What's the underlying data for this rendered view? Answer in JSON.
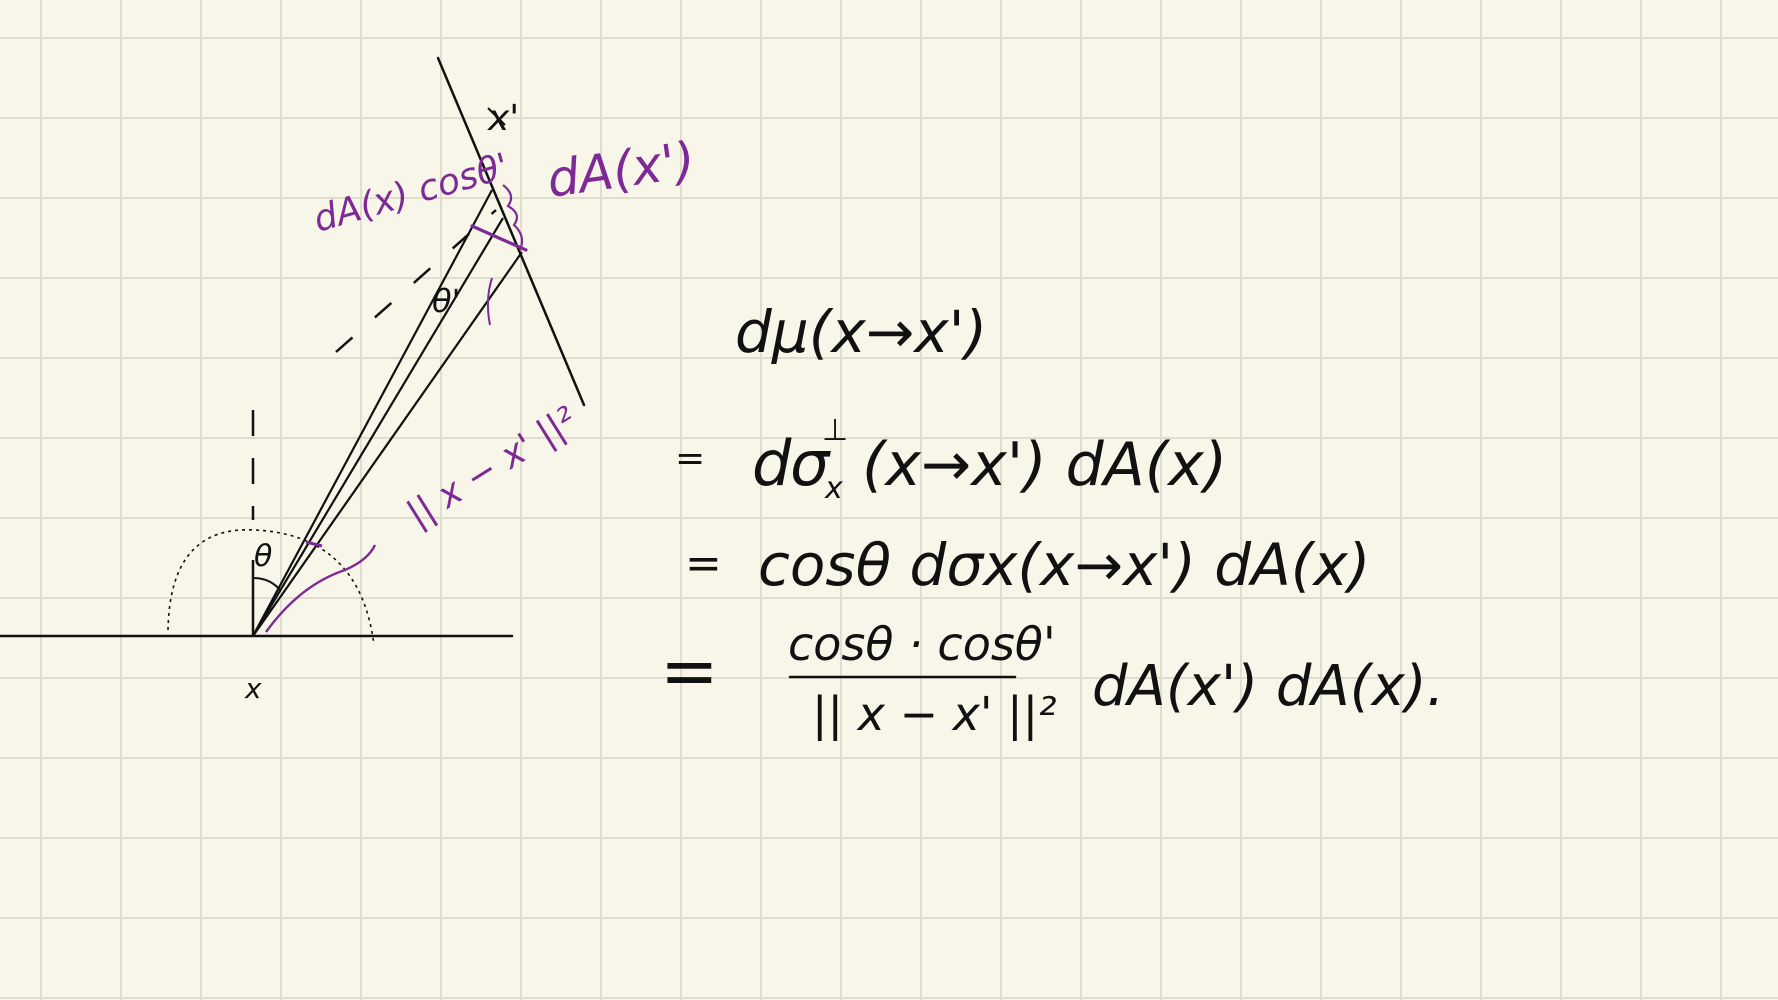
{
  "colors": {
    "paper": "#f8f6e9",
    "grid": "#dfdcd0",
    "ink_black": "#111111",
    "ink_purple": "#7d2a96"
  },
  "diagram": {
    "point_x": "x",
    "point_x_prime": "x'",
    "angle_theta": "θ",
    "angle_theta_prime": "θ'",
    "projected_area_label": "dA(x) cosθ'",
    "area_x_prime_label": "dA(x')",
    "distance_label": "|| x − x' ||²"
  },
  "equations": {
    "line1": "dμ(x→x')",
    "line2_prefix": "=",
    "line2_d": "d",
    "line2_sigma": "σ",
    "line2_sup": "⊥",
    "line2_sub": "x",
    "line2_rest": "(x→x') dA(x)",
    "line3_prefix": "=",
    "line3": "cosθ  dσx(x→x') dA(x)",
    "line4_prefix": "=",
    "line4_numerator": "cosθ · cosθ'",
    "line4_denominator": "|| x − x' ||²",
    "line4_rest": "dA(x') dA(x)."
  }
}
